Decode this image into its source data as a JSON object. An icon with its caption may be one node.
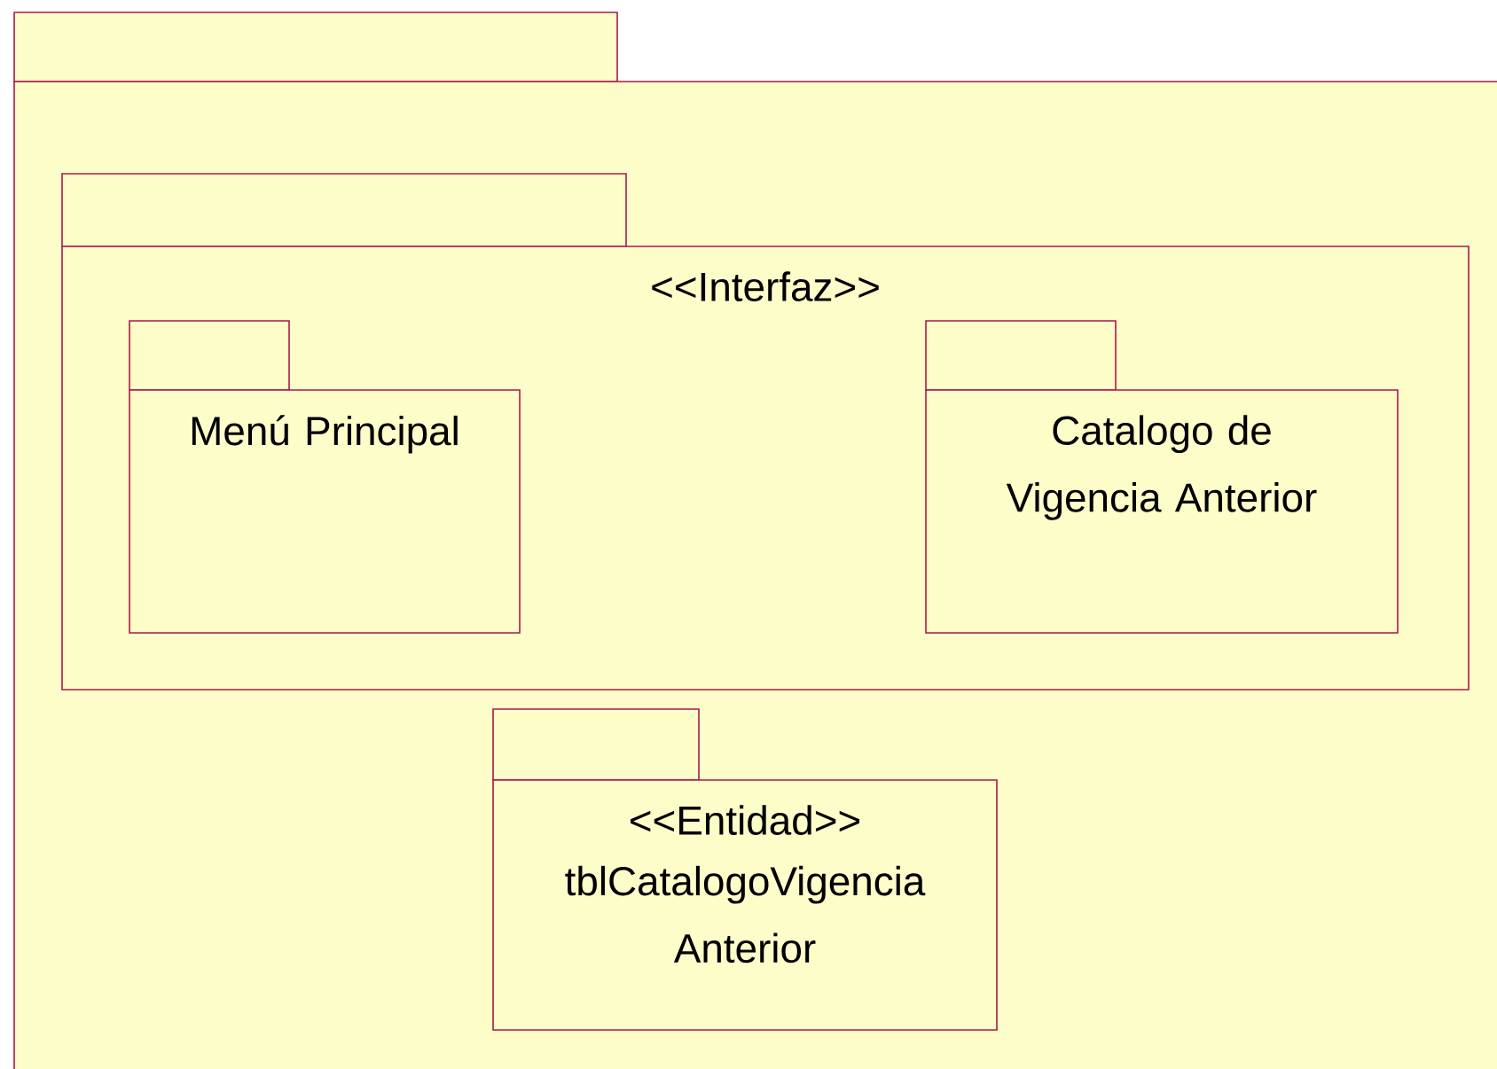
{
  "diagram": {
    "nodes": [
      {
        "text": [],
        "shape": "folder"
      },
      {
        "text": [
          "<<Interfaz>>"
        ],
        "in": 0
      },
      {
        "text": [
          "Menú Principal"
        ],
        "in": 1
      },
      {
        "text": [
          "Catalogo de Vigencia Anterior"
        ],
        "in": 1
      },
      {
        "text": [
          "<<Entidad>>",
          "tblCatalogoVigencia Anterior"
        ],
        "in": 0
      }
    ]
  }
}
